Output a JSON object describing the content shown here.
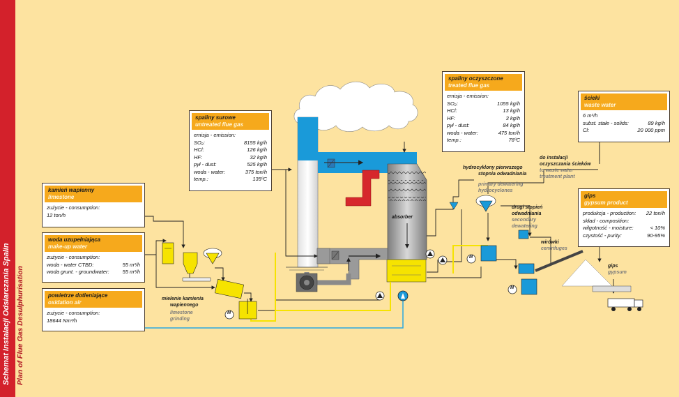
{
  "sidebar": {
    "title_pl": "Schemat Instalacji Odsiarczania Spalin",
    "title_en": "Plan of Flue Gas Desulphurisation"
  },
  "untreated": {
    "pl": "spaliny surowe",
    "en": "untreated flue gas",
    "heading": "emisja - emission:",
    "rows": [
      {
        "k": "SO₂:",
        "v": "8155 kg/h"
      },
      {
        "k": "HCl:",
        "v": "126 kg/h"
      },
      {
        "k": "HF:",
        "v": "32 kg/h"
      },
      {
        "k": "pył - dust:",
        "v": "525 kg/h"
      },
      {
        "k": "woda - water:",
        "v": "375 ton/h"
      },
      {
        "k": "temp.:",
        "v": "135ºC"
      }
    ]
  },
  "treated": {
    "pl": "spaliny oczyszczone",
    "en": "treated flue gas",
    "heading": "emisja - emission:",
    "rows": [
      {
        "k": "SO₂:",
        "v": "1055 kg/h"
      },
      {
        "k": "HCl:",
        "v": "13 kg/h"
      },
      {
        "k": "HF:",
        "v": "3 kg/h"
      },
      {
        "k": "pył - dust:",
        "v": "84 kg/h"
      },
      {
        "k": "woda - water:",
        "v": "475 ton/h"
      },
      {
        "k": "temp.:",
        "v": "76ºC"
      }
    ]
  },
  "waste": {
    "pl": "ścieki",
    "en": "waste water",
    "rows": [
      {
        "k": "6 m³/h",
        "v": ""
      },
      {
        "k": "subst. stałe - solids:",
        "v": "89 kg/h"
      },
      {
        "k": "Cl:",
        "v": "20 000 ppm"
      }
    ]
  },
  "limestone": {
    "pl": "kamień wapienny",
    "en": "limestone",
    "rows": [
      {
        "k": "zużycie - consumption:",
        "v": ""
      },
      {
        "k": "12 ton/h",
        "v": ""
      }
    ]
  },
  "makeup": {
    "pl": "woda uzupełniająca",
    "en": "make-up water",
    "rows": [
      {
        "k": "zużycie - consumption:",
        "v": ""
      },
      {
        "k": "woda - water CTBD:",
        "v": "55 m³/h"
      },
      {
        "k": "woda grunt. - groundwater:",
        "v": "55 m³/h"
      }
    ]
  },
  "oxair": {
    "pl": "powietrze dotleniające",
    "en": "oxidation air",
    "rows": [
      {
        "k": "zużycie - consumption:",
        "v": ""
      },
      {
        "k": "18644 Nm³/h",
        "v": ""
      }
    ]
  },
  "gypsum_box": {
    "pl": "gips",
    "en": "gypsum product",
    "rows": [
      {
        "k": "produkcja - production:",
        "v": "22 ton/h"
      },
      {
        "k": "skład - composition:",
        "v": ""
      },
      {
        "k": "wilgotność - moisture:",
        "v": "< 10%"
      },
      {
        "k": "czystość - purity:",
        "v": "90-95%"
      }
    ]
  },
  "labels": {
    "absorber": "absorber",
    "hydro_pl": "hydrocyklony pierwszego stopnia odwadniania",
    "hydro_pl1": "hydrocyklony pierwszego",
    "hydro_pl2": "stopnia odwadniania",
    "hydro_en1": "primary dewatering",
    "hydro_en2": "hydrocyclones",
    "second_pl1": "drugi stopień",
    "second_pl2": "odwadniania",
    "second_en1": "secondary",
    "second_en2": "dewatering",
    "wwt_pl1": "do instalacji",
    "wwt_pl2": "oczyszczania ścieków",
    "wwt_en1": "to waste water",
    "wwt_en2": "treatment plant",
    "centr_pl": "wirówki",
    "centr_en": "centrifuges",
    "gips_pl": "gips",
    "gips_en": "gypsum",
    "grind_pl1": "mielenie kamienia",
    "grind_pl2": "wapiennego",
    "grind_en1": "limestone",
    "grind_en2": "grinding",
    "motor": "M"
  },
  "colors": {
    "background": "#fde3a0",
    "sidebar": "#d3212b",
    "header": "#f6a91c",
    "flue_blue": "#1a9ad9",
    "hot_red": "#d6282c",
    "water_blue": "#29a8e0",
    "yellow": "#f6e300",
    "gray_duct": "#9a9a9a"
  }
}
